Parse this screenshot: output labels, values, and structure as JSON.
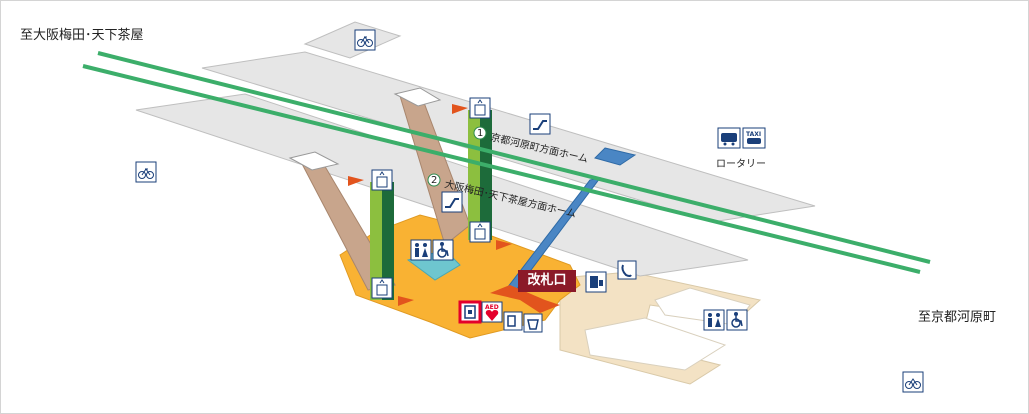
{
  "labels": {
    "to_osaka": "至大阪梅田･天下茶屋",
    "to_kyoto": "至京都河原町",
    "platform1": "京都河原町方面ホーム",
    "platform2": "大阪梅田･天下茶屋方面ホーム",
    "platform1_num": "1",
    "platform2_num": "2",
    "ticket_gate": "改札口",
    "rotary": "ロータリー",
    "taxi": "TAXI",
    "aed": "AED"
  },
  "colors": {
    "track": "#3cae6a",
    "platform": "#e6e6e6",
    "concourse": "#f9b233",
    "plaza": "#f3e2c4",
    "gate": "#8b1a28",
    "icon": "#1a3f7a",
    "elevator_green": "#8cbf3f",
    "elevator_orange": "#e2541d",
    "elevator_dark": "#1d6b3a",
    "stairs": "#c8a58c",
    "escalator": "#4a86c4",
    "arrow": "#e2541d",
    "highlight": "#e4002b"
  },
  "icons": [
    "bicycle-parking-icon",
    "elevator-icon",
    "restroom-icon",
    "wheelchair-icon",
    "escalator-icon",
    "ticket-machine-icon",
    "telephone-icon",
    "bus-icon",
    "taxi-icon",
    "aed-icon",
    "coin-locker-icon",
    "rental-bicycle-icon"
  ]
}
